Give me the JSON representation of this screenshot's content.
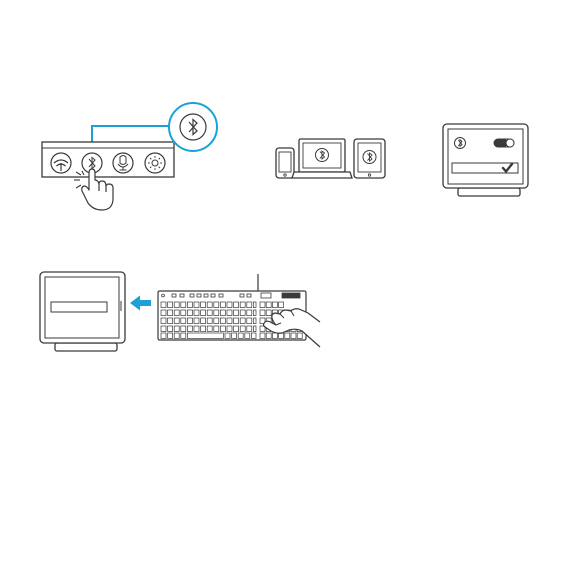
{
  "steps": [
    {
      "id": "press-bluetooth-key",
      "keys": [
        "lightspeed-icon",
        "bluetooth-icon",
        "headset-icon",
        "brightness-icon"
      ],
      "callout_icon": "bluetooth-icon",
      "gesture": "finger-press-icon"
    },
    {
      "id": "choose-host-device",
      "devices": [
        "phone-icon",
        "laptop-icon",
        "tablet-icon"
      ],
      "device_icon": "bluetooth-icon"
    },
    {
      "id": "enable-bluetooth-on-device",
      "icons": [
        "bluetooth-icon",
        "toggle-switch-icon",
        "checkmark-icon"
      ]
    },
    {
      "id": "type-pairing-code",
      "icons": [
        "arrow-left-icon",
        "keyboard-icon",
        "typing-hand-icon"
      ]
    }
  ],
  "colors": {
    "accent": "#1ba1d8",
    "line": "#3a3a3a",
    "fill": "#ffffff"
  }
}
